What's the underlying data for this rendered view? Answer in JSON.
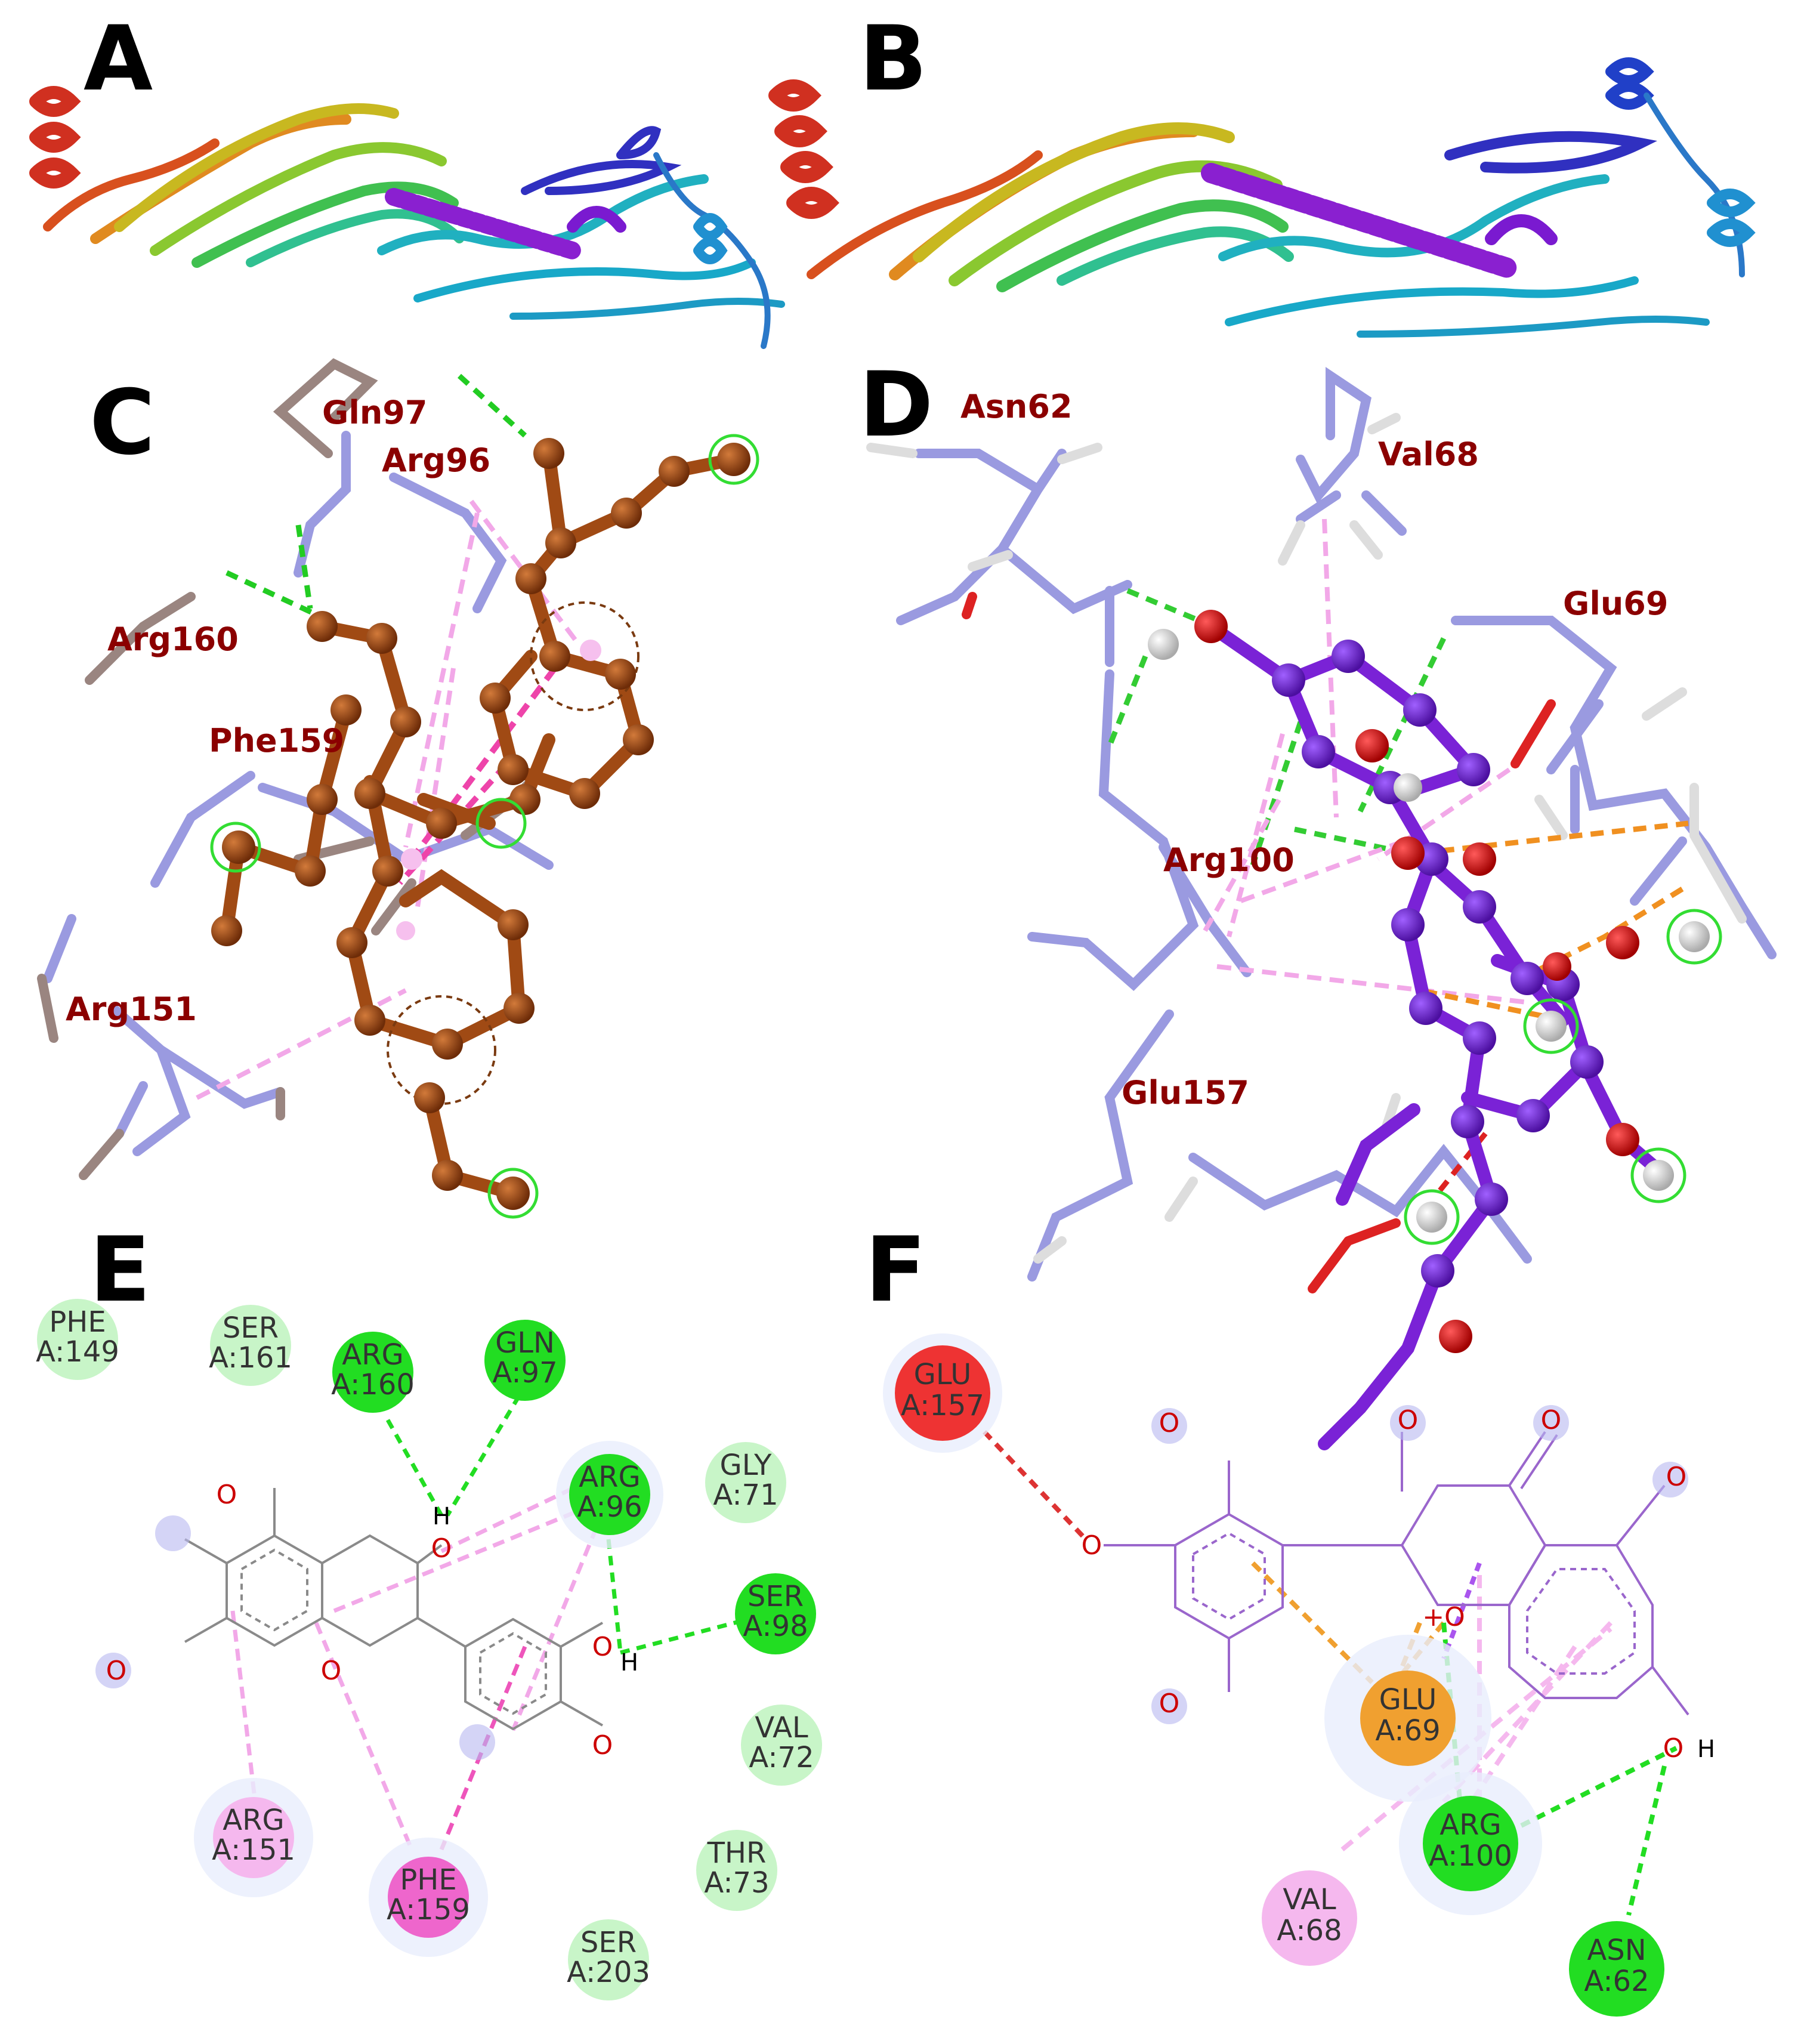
{
  "panels": {
    "A": "A",
    "B": "B",
    "C": "C",
    "D": "D",
    "E": "E",
    "F": "F"
  },
  "panel_c_residues": [
    "Gln97",
    "Arg96",
    "Arg160",
    "Phe159",
    "Arg151"
  ],
  "panel_d_residues": [
    "Asn62",
    "Val68",
    "Glu69",
    "Arg100",
    "Glu157"
  ],
  "panel_e_residues": [
    {
      "res": "PHE",
      "pos": "A:149",
      "type": "vdw"
    },
    {
      "res": "SER",
      "pos": "A:161",
      "type": "vdw"
    },
    {
      "res": "ARG",
      "pos": "A:160",
      "type": "hbond"
    },
    {
      "res": "GLN",
      "pos": "A:97",
      "type": "hbond"
    },
    {
      "res": "ARG",
      "pos": "A:96",
      "type": "hbond"
    },
    {
      "res": "GLY",
      "pos": "A:71",
      "type": "vdw"
    },
    {
      "res": "SER",
      "pos": "A:98",
      "type": "hbond"
    },
    {
      "res": "VAL",
      "pos": "A:72",
      "type": "vdw"
    },
    {
      "res": "THR",
      "pos": "A:73",
      "type": "vdw"
    },
    {
      "res": "SER",
      "pos": "A:203",
      "type": "vdw"
    },
    {
      "res": "ARG",
      "pos": "A:151",
      "type": "pialkyl"
    },
    {
      "res": "PHE",
      "pos": "A:159",
      "type": "pipi"
    }
  ],
  "panel_f_residues": [
    {
      "res": "GLU",
      "pos": "A:157",
      "type": "unfav"
    },
    {
      "res": "GLU",
      "pos": "A:69",
      "type": "anion"
    },
    {
      "res": "ARG",
      "pos": "A:100",
      "type": "hbond"
    },
    {
      "res": "VAL",
      "pos": "A:68",
      "type": "pialkyl"
    },
    {
      "res": "ASN",
      "pos": "A:62",
      "type": "hbond"
    }
  ],
  "atoms": {
    "O": "O",
    "H": "H",
    "plus_O": "+O"
  },
  "colors": {
    "hbond": "#22dd22",
    "vdw": "#c8f5c8",
    "pialkyl": "#f5b8ee",
    "pipi": "#ee66cc",
    "anion": "#f0a030",
    "unfav": "#ee3333",
    "ligand_c": "#a04a14",
    "ligand_d": "#7a22d6",
    "protein": "#9a9ae0",
    "residue_label": "#8b0000"
  }
}
